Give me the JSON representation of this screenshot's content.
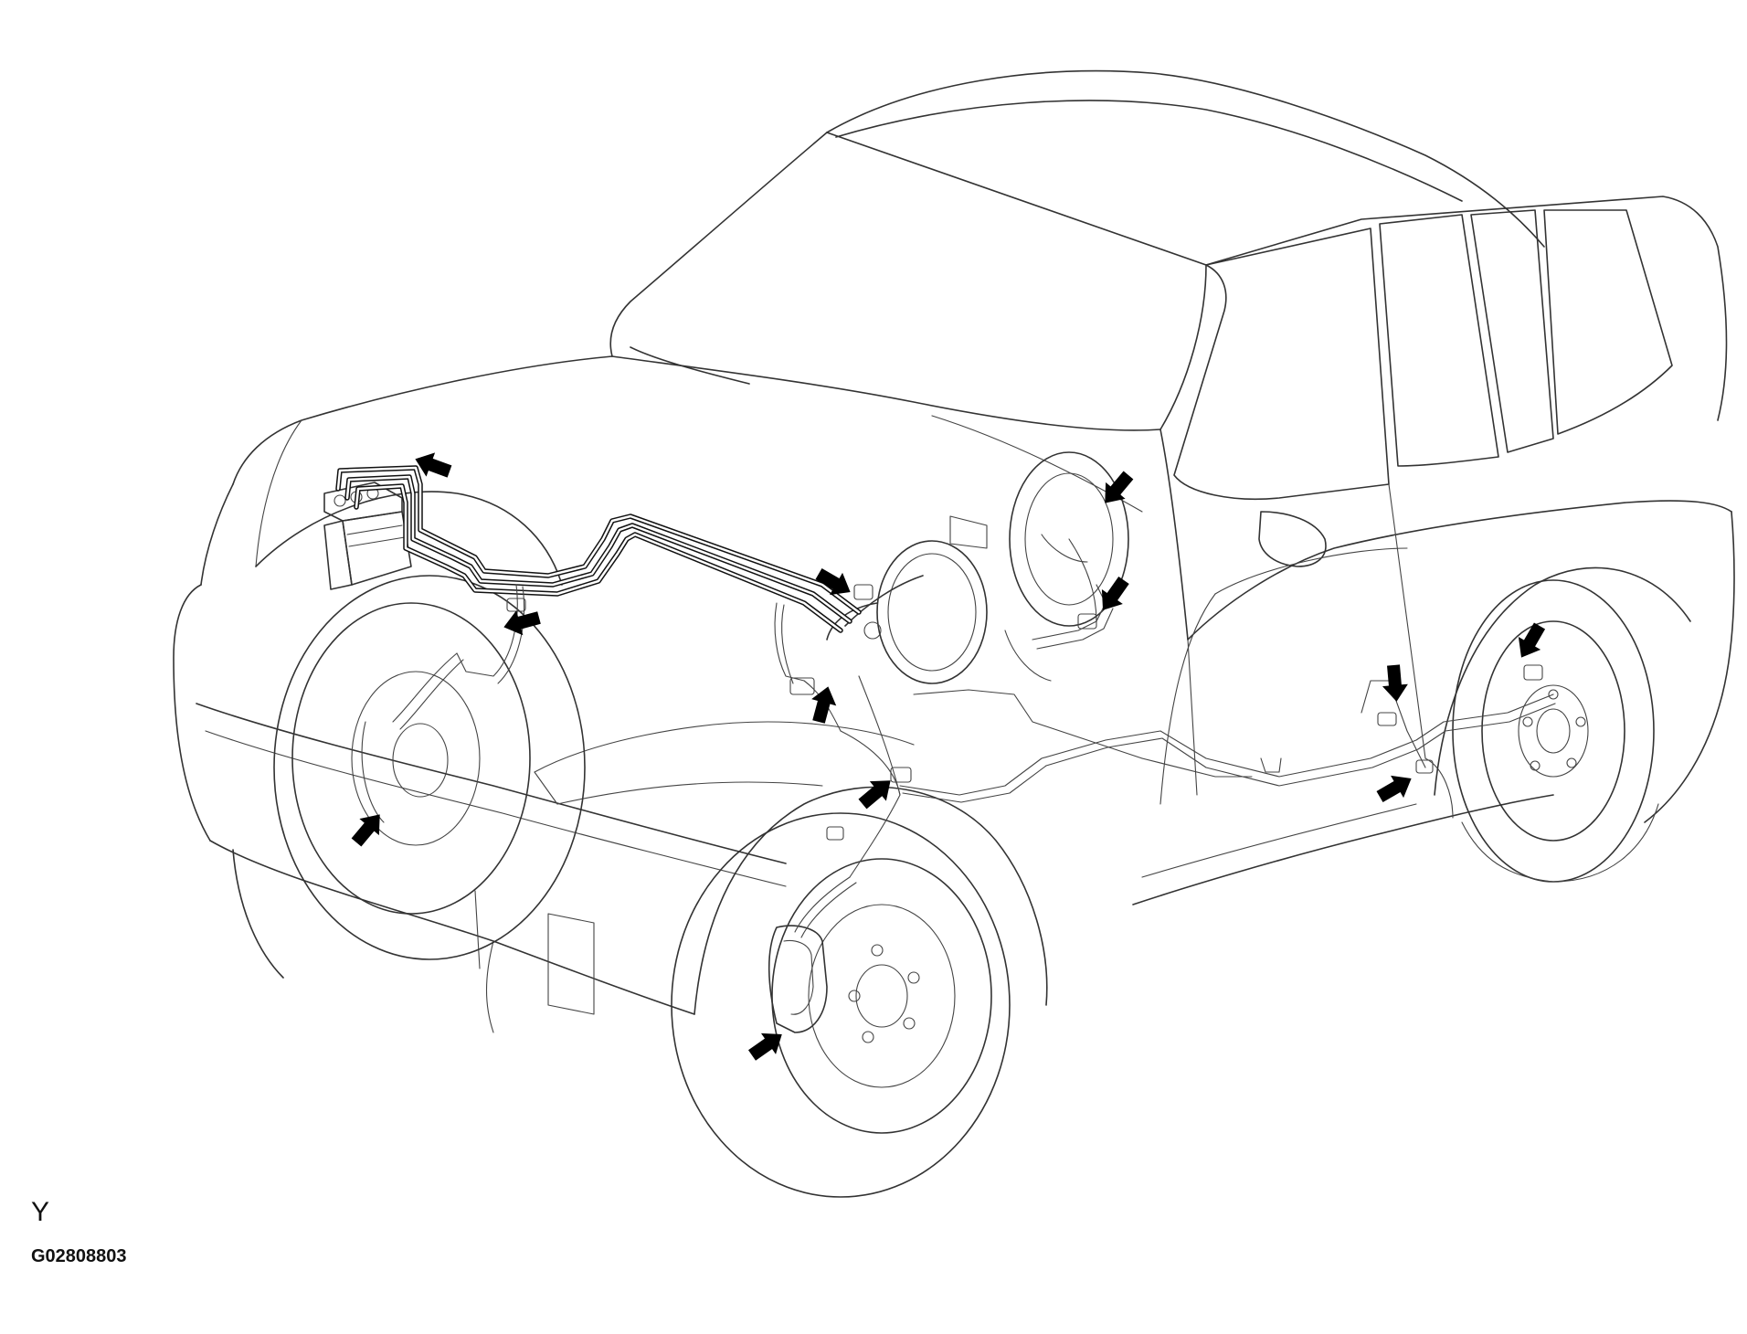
{
  "caption": {
    "letter": "Y",
    "code": "G02808803"
  },
  "arrows": [
    {
      "name": "arrow-abs-actuator",
      "angle": 200
    },
    {
      "name": "arrow-bracket-front-left",
      "angle": 165
    },
    {
      "name": "arrow-front-left-caliper",
      "angle": -50
    },
    {
      "name": "arrow-master-cylinder",
      "angle": 30
    },
    {
      "name": "arrow-union-bracket",
      "angle": -75
    },
    {
      "name": "arrow-pipe-clamp-center",
      "angle": -40
    },
    {
      "name": "arrow-front-right-caliper",
      "angle": -35
    },
    {
      "name": "arrow-booster-top",
      "angle": 130
    },
    {
      "name": "arrow-booster-connector",
      "angle": 125
    },
    {
      "name": "arrow-rear-center-clamp",
      "angle": 85
    },
    {
      "name": "arrow-rear-lower-clamp",
      "angle": -30
    },
    {
      "name": "arrow-rear-right-brake",
      "angle": 120
    }
  ]
}
